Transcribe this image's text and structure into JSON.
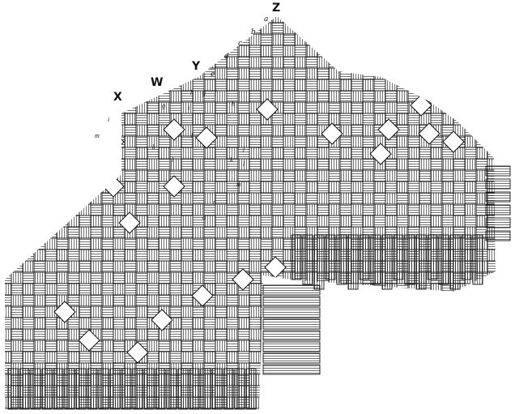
{
  "figure": {
    "strand_labels_main": [
      "X",
      "W",
      "Y",
      "Z"
    ],
    "strand_labels_edge": [
      "a",
      "b",
      "c",
      "d",
      "e"
    ],
    "cell_labels": [
      "h",
      "g",
      "f",
      "g",
      "h",
      "i",
      "j",
      "k",
      "l",
      "m",
      "n",
      "o",
      "i",
      "j",
      "k",
      "l",
      "m"
    ],
    "ink_color": "#111111",
    "paper_color": "#ffffff"
  }
}
